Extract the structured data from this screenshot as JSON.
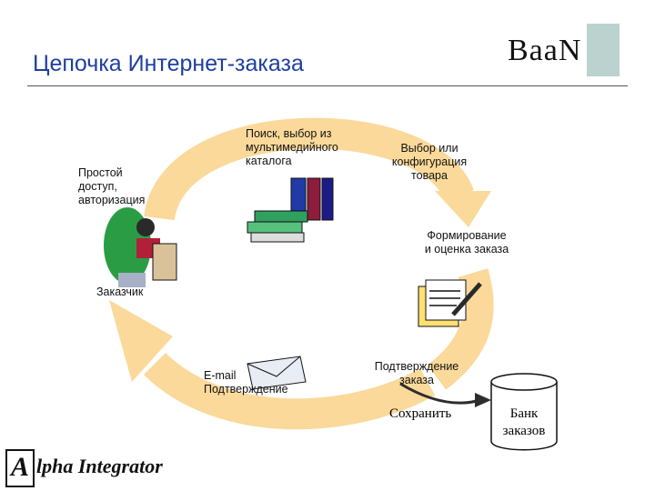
{
  "title": "Цепочка Интернет-заказа",
  "brand": {
    "text": "BaaN"
  },
  "labels": {
    "access": "Простой\nдоступ,\nавторизация",
    "search": "Поиск, выбор из\nмультимедийного\nкаталога",
    "config": "Выбор или\nконфигурация\nтовара",
    "forming": "Формирование\nи оценка заказа",
    "customer": "Заказчик",
    "email": "E-mail\nПодтверждение",
    "confirm": "Подтверждение\nзаказа",
    "save": "Сохранить"
  },
  "bank": {
    "label": "Банк\nзаказов"
  },
  "footer": {
    "logo_initial": "A",
    "logo_text": "lpha Integrator"
  },
  "colors": {
    "arrow": "#fbd99a",
    "title": "#1f3f9f",
    "cylinder_fill": "#ffffff",
    "cylinder_stroke": "#111111",
    "arrow_dark": "#2d2d2d"
  },
  "icons": {
    "books": "books-icon",
    "customer": "person-at-computer-icon",
    "notepad": "notepad-pencil-icon",
    "mail": "envelope-icon"
  }
}
